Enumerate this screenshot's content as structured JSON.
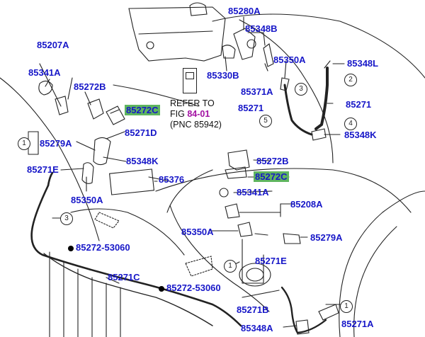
{
  "parts": {
    "p85207A": "85207A",
    "p85341A_left": "85341A",
    "p85272B_top": "85272B",
    "p85272C_top": "85272C",
    "p85271D": "85271D",
    "p85279A_left": "85279A",
    "p85271E_left": "85271E",
    "p85348K_mid": "85348K",
    "p85376": "85376",
    "p85350A_left": "85350A",
    "p85280A": "85280A",
    "p85348B": "85348B",
    "p85330B": "85330B",
    "p85350A_top": "85350A",
    "p85371A": "85371A",
    "p85348L": "85348L",
    "p85271_right": "85271",
    "p85271_mid": "85271",
    "p85348K_right": "85348K",
    "p85272B_mid": "85272B",
    "p85272C_mid": "85272C",
    "p85341A_mid": "85341A",
    "p85208A": "85208A",
    "p85350A_low": "85350A",
    "p85279A_right": "85279A",
    "p85271E_low": "85271E",
    "p85271C": "85271C",
    "p85271B": "85271B",
    "p85348A": "85348A",
    "p85271A": "85271A",
    "p85272_53060_a": "85272-53060",
    "p85272_53060_b": "85272-53060"
  },
  "refer": {
    "line1": "REFER TO",
    "fig_prefix": "FIG",
    "fig_number": "84-01",
    "line3": "(PNC 85942)"
  },
  "callouts": {
    "c1_left": "1",
    "c3_left": "3",
    "c3_right": "3",
    "c2": "2",
    "c5": "5",
    "c4": "4",
    "c1_mid": "1",
    "c1_low": "1"
  },
  "colors": {
    "part_number": "#1717c8",
    "highlight": "#5fb55f",
    "figure_ref": "#a312a3",
    "line": "#222222"
  }
}
